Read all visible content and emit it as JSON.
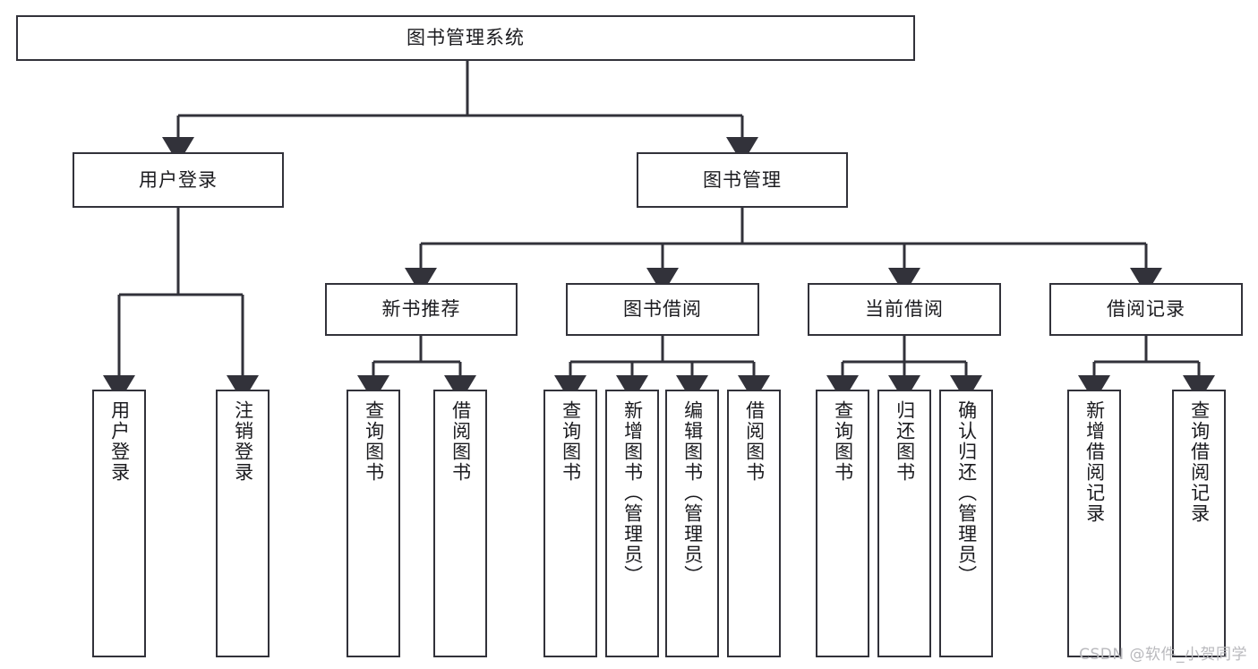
{
  "diagram": {
    "title": "图书管理系统",
    "type": "tree-hierarchy",
    "root": {
      "label": "图书管理系统"
    },
    "level2": [
      {
        "label": "用户登录"
      },
      {
        "label": "图书管理"
      }
    ],
    "level3": [
      {
        "label": "新书推荐"
      },
      {
        "label": "图书借阅"
      },
      {
        "label": "当前借阅"
      },
      {
        "label": "借阅记录"
      }
    ],
    "leaves": {
      "user_login": [
        {
          "label": "用户登录"
        },
        {
          "label": "注销登录"
        }
      ],
      "new_book_recommend": [
        {
          "label": "查询图书"
        },
        {
          "label": "借阅图书"
        }
      ],
      "book_borrow": [
        {
          "label": "查询图书"
        },
        {
          "label": "新增图书（管理员）"
        },
        {
          "label": "编辑图书（管理员）"
        },
        {
          "label": "借阅图书"
        }
      ],
      "current_borrow": [
        {
          "label": "查询图书"
        },
        {
          "label": "归还图书"
        },
        {
          "label": "确认归还（管理员）"
        }
      ],
      "borrow_record": [
        {
          "label": "新增借阅记录"
        },
        {
          "label": "查询借阅记录"
        }
      ]
    }
  },
  "watermark": {
    "text": "CSDN @软件_小贺同学"
  },
  "colors": {
    "border": "#32323a",
    "text": "#1b1b1f",
    "background": "#ffffff",
    "watermark": "#b9b9bd"
  }
}
